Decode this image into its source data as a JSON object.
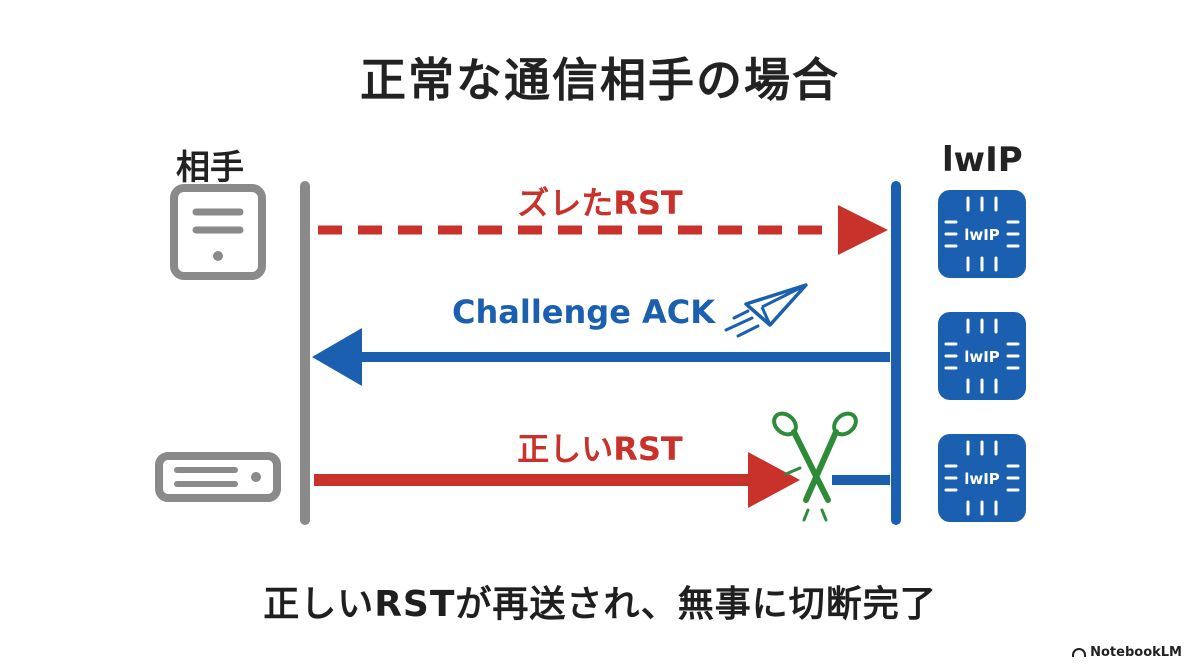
{
  "title": "正常な通信相手の場合",
  "participants": {
    "left": {
      "label": "相手"
    },
    "right": {
      "label": "lwIP",
      "chip_label": "lwIP"
    }
  },
  "messages": [
    {
      "label": "ズレたRST",
      "direction": "right",
      "style": "dashed",
      "color": "#c8322a"
    },
    {
      "label": "Challenge ACK",
      "direction": "left",
      "style": "solid",
      "color": "#1a5fb0"
    },
    {
      "label": "正しいRST",
      "direction": "right",
      "style": "solid",
      "color": "#c8322a"
    }
  ],
  "footer": "正しいRSTが再送され、無事に切断完了",
  "watermark": "NotebookLM",
  "colors": {
    "red": "#c8322a",
    "blue": "#1a5fb0",
    "gray": "#8a8a8a",
    "green": "#2e8b3a"
  },
  "icons": [
    "server-tower-icon",
    "server-rack-icon",
    "chip-icon",
    "paper-plane-icon",
    "scissors-icon"
  ]
}
